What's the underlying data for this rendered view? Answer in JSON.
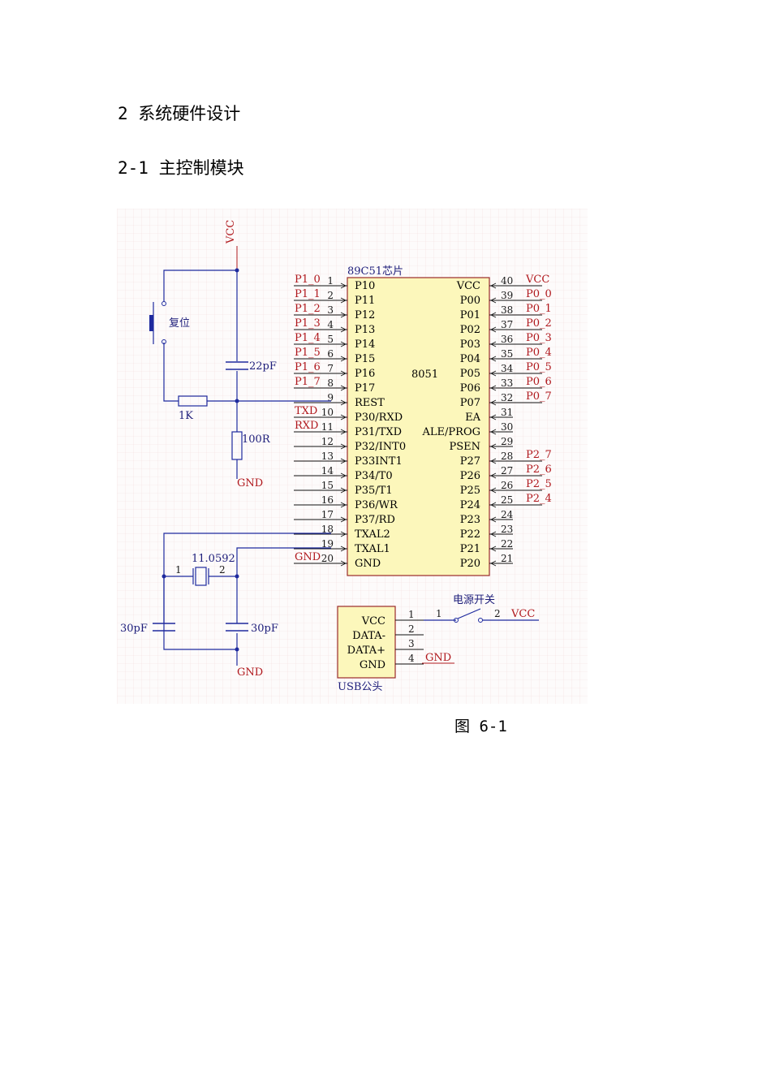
{
  "document": {
    "heading1": "2 系统硬件设计",
    "heading2": "2-1 主控制模块",
    "caption": "图 6-1"
  },
  "schematic": {
    "chip_title": "89C51芯片",
    "chip_model": "8051",
    "left_pins": [
      {
        "num": "1",
        "name": "P10",
        "net": "P1_0"
      },
      {
        "num": "2",
        "name": "P11",
        "net": "P1_1"
      },
      {
        "num": "3",
        "name": "P12",
        "net": "P1_2"
      },
      {
        "num": "4",
        "name": "P13",
        "net": "P1_3"
      },
      {
        "num": "5",
        "name": "P14",
        "net": "P1_4"
      },
      {
        "num": "6",
        "name": "P15",
        "net": "P1_5"
      },
      {
        "num": "7",
        "name": "P16",
        "net": "P1_6"
      },
      {
        "num": "8",
        "name": "P17",
        "net": "P1_7"
      },
      {
        "num": "9",
        "name": "REST",
        "net": ""
      },
      {
        "num": "10",
        "name": "P30/RXD",
        "net": "TXD"
      },
      {
        "num": "11",
        "name": "P31/TXD",
        "net": "RXD"
      },
      {
        "num": "12",
        "name": "P32/INT0",
        "net": ""
      },
      {
        "num": "13",
        "name": "P33INT1",
        "net": ""
      },
      {
        "num": "14",
        "name": "P34/T0",
        "net": ""
      },
      {
        "num": "15",
        "name": "P35/T1",
        "net": ""
      },
      {
        "num": "16",
        "name": "P36/WR",
        "net": ""
      },
      {
        "num": "17",
        "name": "P37/RD",
        "net": ""
      },
      {
        "num": "18",
        "name": "TXAL2",
        "net": ""
      },
      {
        "num": "19",
        "name": "TXAL1",
        "net": ""
      },
      {
        "num": "20",
        "name": "GND",
        "net": "GND"
      }
    ],
    "right_pins": [
      {
        "num": "40",
        "name": "VCC",
        "net": "VCC"
      },
      {
        "num": "39",
        "name": "P00",
        "net": "P0_0"
      },
      {
        "num": "38",
        "name": "P01",
        "net": "P0_1"
      },
      {
        "num": "37",
        "name": "P02",
        "net": "P0_2"
      },
      {
        "num": "36",
        "name": "P03",
        "net": "P0_3"
      },
      {
        "num": "35",
        "name": "P04",
        "net": "P0_4"
      },
      {
        "num": "34",
        "name": "P05",
        "net": "P0_5"
      },
      {
        "num": "33",
        "name": "P06",
        "net": "P0_6"
      },
      {
        "num": "32",
        "name": "P07",
        "net": "P0_7"
      },
      {
        "num": "31",
        "name": "EA",
        "net": ""
      },
      {
        "num": "30",
        "name": "ALE/PROG",
        "net": ""
      },
      {
        "num": "29",
        "name": "PSEN",
        "net": ""
      },
      {
        "num": "28",
        "name": "P27",
        "net": "P2_7"
      },
      {
        "num": "27",
        "name": "P26",
        "net": "P2_6"
      },
      {
        "num": "26",
        "name": "P25",
        "net": "P2_5"
      },
      {
        "num": "25",
        "name": "P24",
        "net": "P2_4"
      },
      {
        "num": "24",
        "name": "P23",
        "net": ""
      },
      {
        "num": "23",
        "name": "P22",
        "net": ""
      },
      {
        "num": "22",
        "name": "P21",
        "net": ""
      },
      {
        "num": "21",
        "name": "P20",
        "net": ""
      }
    ],
    "vcc_top": "VCC",
    "reset_label": "复位",
    "cap_reset": "22pF",
    "res_1k": "1K",
    "res_100r": "100R",
    "gnd_reset": "GND",
    "crystal": "11.0592",
    "crystal_pin1": "1",
    "crystal_pin2": "2",
    "cap_left": "30pF",
    "cap_right": "30pF",
    "gnd_crystal": "GND",
    "usb": {
      "title": "USB公头",
      "pins": [
        {
          "num": "1",
          "name": "VCC"
        },
        {
          "num": "2",
          "name": "DATA-"
        },
        {
          "num": "3",
          "name": "DATA+"
        },
        {
          "num": "4",
          "name": "GND"
        }
      ],
      "gnd_net": "GND"
    },
    "switch": {
      "label": "电源开关",
      "pin1": "1",
      "pin2": "2",
      "net": "VCC"
    }
  }
}
